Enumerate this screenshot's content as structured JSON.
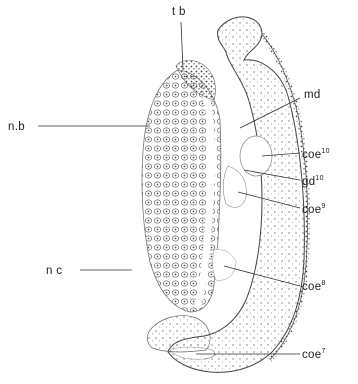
{
  "labels": {
    "tb": "t b",
    "md": "md",
    "nb": "n.b",
    "coe10_base": "coe",
    "coe10_sup": "10",
    "gd10_base": "gd",
    "gd10_sup": "10",
    "coe9_base": "coe",
    "coe9_sup": "9",
    "nc": "n c",
    "coe8_base": "coe",
    "coe8_sup": "8",
    "coe7_base": "coe",
    "coe7_sup": "7"
  },
  "colors": {
    "background": "#ffffff",
    "ink": "#333333",
    "tissue_stipple": "#555555"
  }
}
